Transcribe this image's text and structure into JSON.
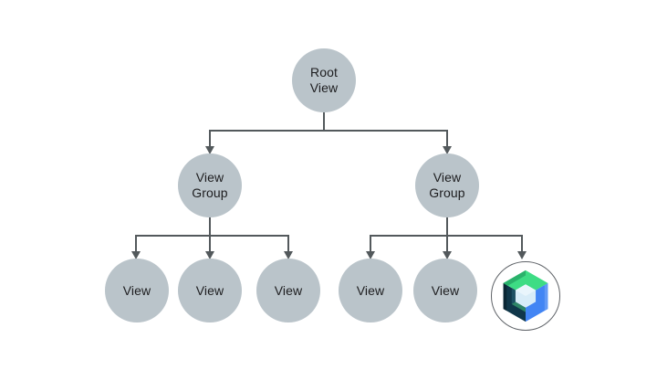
{
  "diagram": {
    "description": "View hierarchy tree with a Jetpack Compose node",
    "nodes": {
      "root": {
        "line1": "Root",
        "line2": "View"
      },
      "group_left": {
        "line1": "View",
        "line2": "Group"
      },
      "group_right": {
        "line1": "View",
        "line2": "Group"
      },
      "view1": {
        "label": "View"
      },
      "view2": {
        "label": "View"
      },
      "view3": {
        "label": "View"
      },
      "view4": {
        "label": "View"
      },
      "view5": {
        "label": "View"
      }
    },
    "compose_node": {
      "icon": "jetpack-compose-logo-icon"
    },
    "colors": {
      "node_fill": "#bac4ca",
      "connector": "#53595c",
      "text": "#1d1d1f",
      "compose_ring": "#5f6368",
      "logo_green": "#3ddc84",
      "logo_green_dark": "#2ab26b",
      "logo_blue": "#4285f4",
      "logo_blue_light": "#639af5",
      "logo_navy": "#10374a",
      "logo_navy_dark": "#0a2634",
      "logo_teal_bevel": "#2e8467",
      "logo_navy_bevel": "#1d4f63",
      "logo_inner": "#d8ecf8",
      "logo_inner_highlight": "#e9f5fc"
    }
  }
}
